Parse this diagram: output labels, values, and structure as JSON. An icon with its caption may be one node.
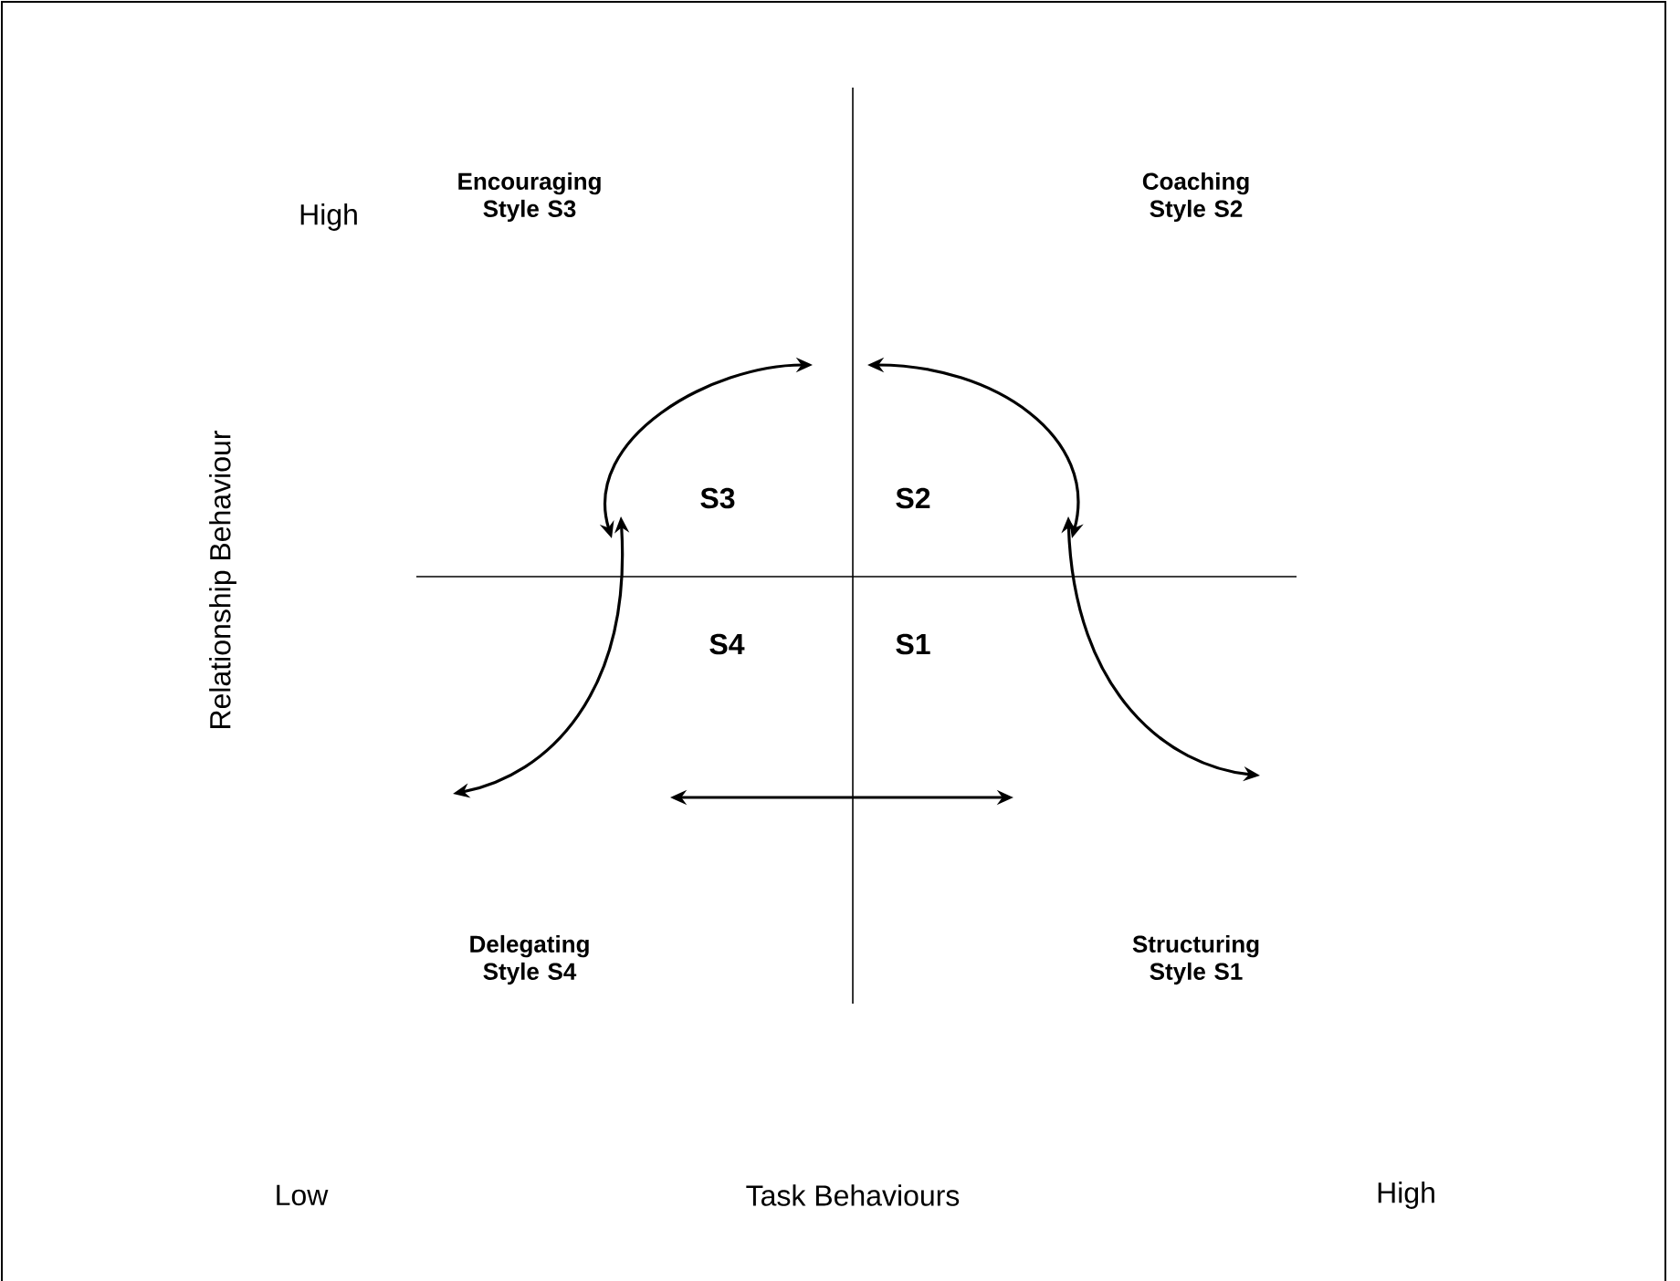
{
  "diagram": {
    "labels": [
      "High",
      "Encouraging Style S3",
      "Coaching Style S2",
      "Relationship Behaviour",
      "S3",
      "S2",
      "S4",
      "S1",
      "Delegating Style S4",
      "Structuring Style S1",
      "Low",
      "Task Behaviours",
      "High"
    ]
  }
}
